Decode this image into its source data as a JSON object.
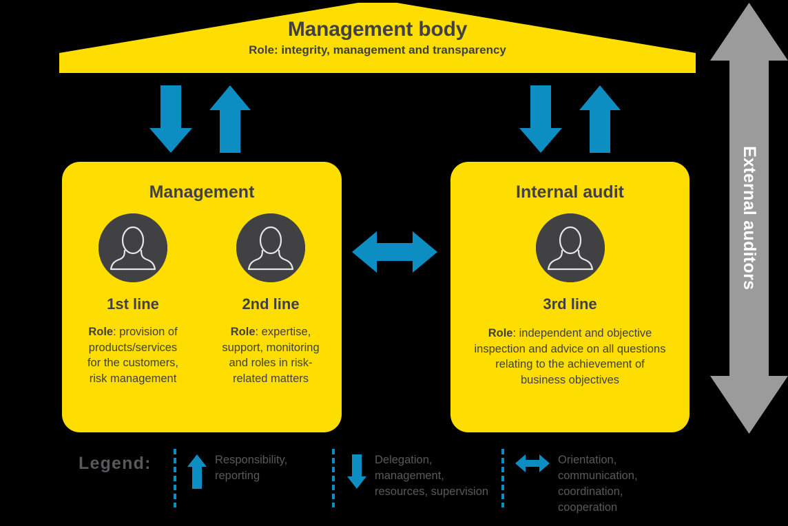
{
  "colors": {
    "background": "#000000",
    "yellow": "#fedd00",
    "blue": "#0d8ec2",
    "dark_gray": "#414042",
    "legend_gray": "#58595b",
    "external_gray": "#9b9b9b",
    "white": "#ffffff"
  },
  "roof": {
    "title": "Management body",
    "subtitle": "Role: integrity, management and transparency",
    "icon": "house-roof-shape"
  },
  "cards": [
    {
      "id": "management",
      "title": "Management",
      "lines": [
        {
          "label": "1st line",
          "role_prefix": "Role",
          "role_text": ": provision of products/services for the customers, risk management",
          "icon": "person-avatar-icon"
        },
        {
          "label": "2nd line",
          "role_prefix": "Role",
          "role_text": ": expertise, support, monitoring and roles in risk-related matters",
          "icon": "person-avatar-icon"
        }
      ]
    },
    {
      "id": "internal-audit",
      "title": "Internal audit",
      "lines": [
        {
          "label": "3rd line",
          "role_prefix": "Role",
          "role_text": ": independent and objective inspection and advice on all questions relating to the achievement of business objectives",
          "icon": "person-avatar-icon"
        }
      ]
    }
  ],
  "arrows": [
    {
      "name": "arrow-down-left",
      "direction": "down",
      "color": "#0d8ec2"
    },
    {
      "name": "arrow-up-left",
      "direction": "up",
      "color": "#0d8ec2"
    },
    {
      "name": "arrow-down-right",
      "direction": "down",
      "color": "#0d8ec2"
    },
    {
      "name": "arrow-up-right",
      "direction": "up",
      "color": "#0d8ec2"
    },
    {
      "name": "arrow-horizontal",
      "direction": "both-sides",
      "color": "#0d8ec2"
    }
  ],
  "external_auditors": {
    "label": "External auditors",
    "icon": "double-headed-vertical-arrow-icon",
    "color": "#9b9b9b"
  },
  "legend": {
    "title": "Legend:",
    "items": [
      {
        "icon": "arrow-up-icon",
        "text": "Responsibility,\nreporting"
      },
      {
        "icon": "arrow-down-icon",
        "text": "Delegation,\nmanagement,\nresources, supervision"
      },
      {
        "icon": "arrow-left-right-icon",
        "text": "Orientation,\ncommunication,\ncoordination,\ncooperation"
      }
    ]
  }
}
